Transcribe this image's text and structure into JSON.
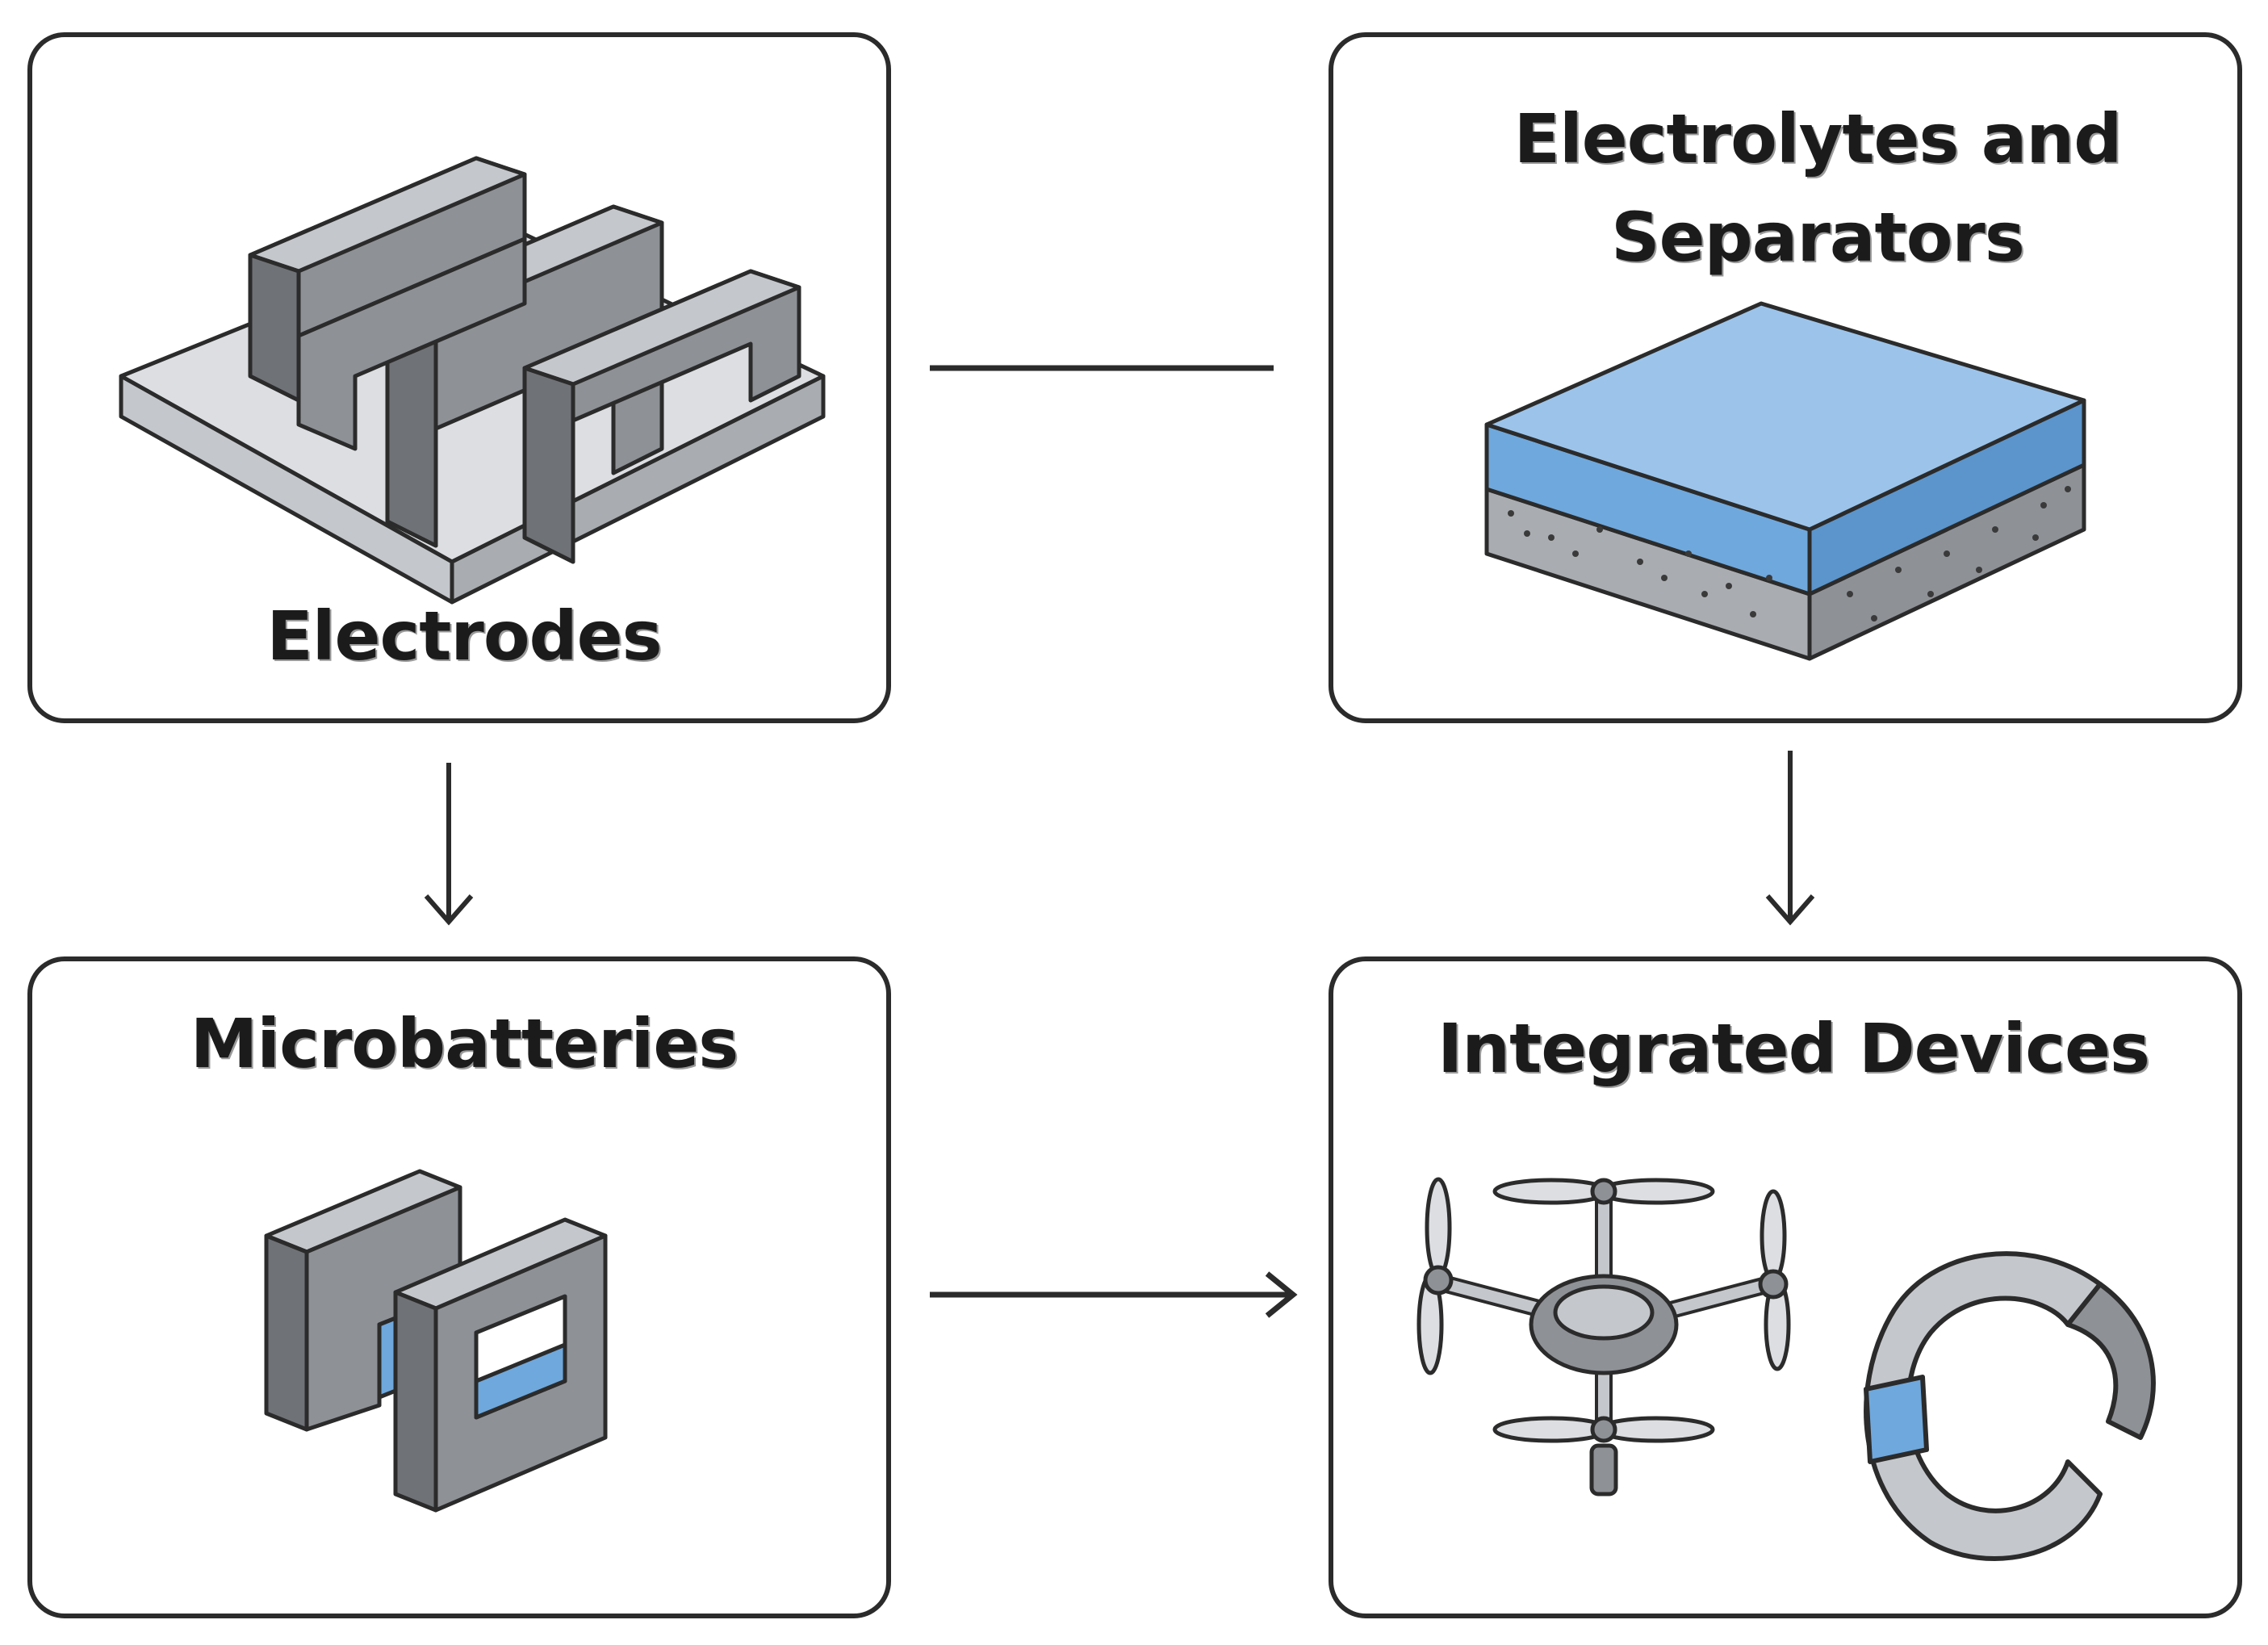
{
  "panels": {
    "electrodes": {
      "label": "Electrodes",
      "icon": "interdigitated-electrode-icon"
    },
    "electrolytes": {
      "label": "Electrolytes and Separators",
      "icon": "layered-separator-icon"
    },
    "microbatteries": {
      "label": "Microbatteries",
      "icon": "microbattery-cell-icon"
    },
    "devices": {
      "label": "Integrated Devices",
      "icons": [
        "drone-icon",
        "wearable-band-icon"
      ]
    }
  },
  "colors": {
    "border": "#2b2b2b",
    "metal_gray": "#8e9196",
    "metal_dark": "#6f7277",
    "metal_light": "#c4c7cb",
    "base_light": "#dcdee1",
    "accent_blue": "#6fa8dc",
    "accent_blue_light": "#9cc4ea"
  }
}
